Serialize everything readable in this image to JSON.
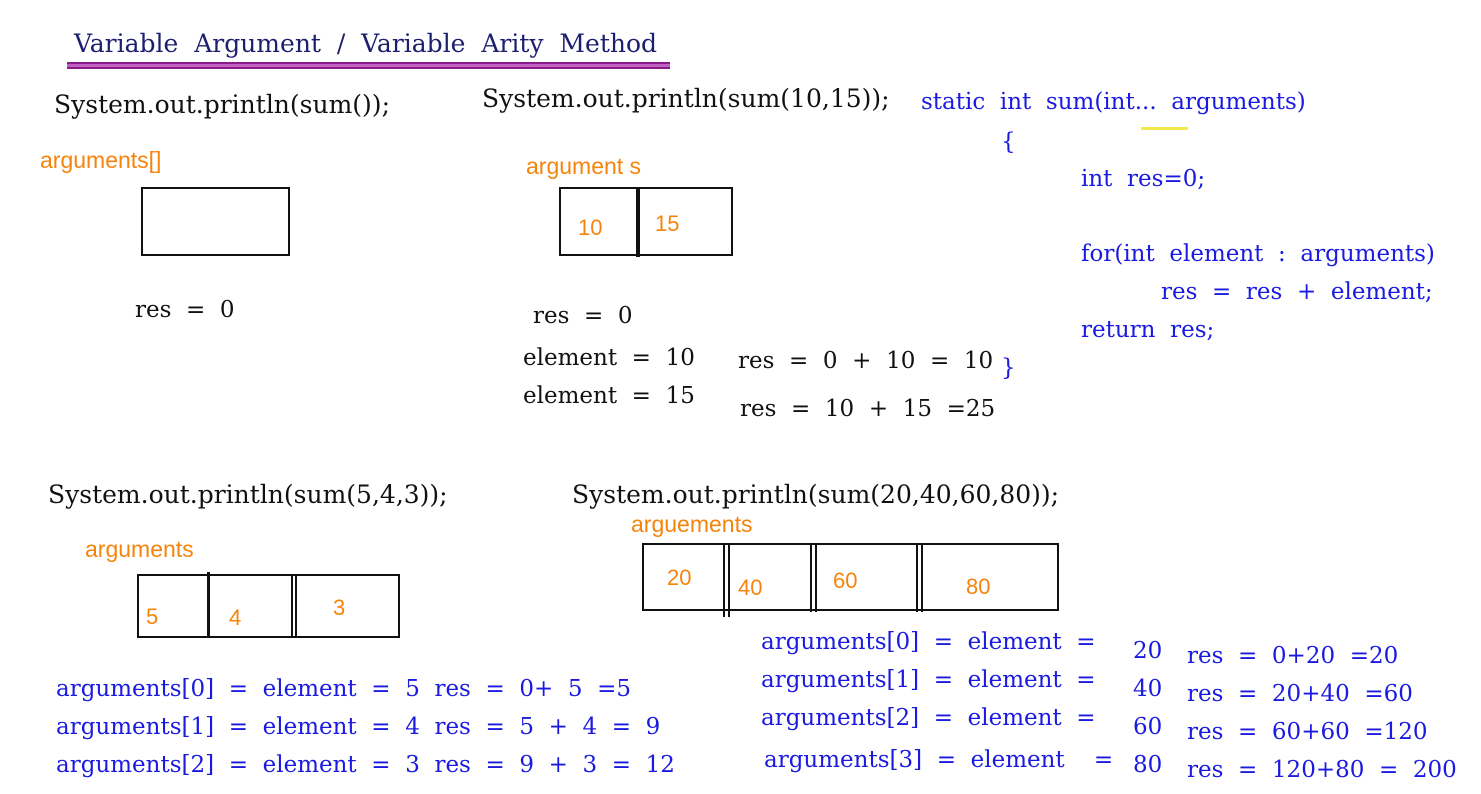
{
  "title": "Variable  Argument  /  Variable  Arity  Method",
  "method": {
    "signature": "static  int  sum(int...  arguments)",
    "open_brace": "{",
    "line1": "int  res=0;",
    "line2": "for(int  element  :  arguments)",
    "line3": "res  =  res  +  element;",
    "line4": "return  res;",
    "close_brace": "}"
  },
  "example1": {
    "call": "System.out.println(sum());",
    "label": "arguments[]",
    "res": "res  =  0"
  },
  "example2": {
    "call": "System.out.println(sum(10,15));",
    "label": "argument s",
    "cells": [
      "10",
      "15"
    ],
    "res": "res  =  0",
    "element_lines": [
      "element  =  10",
      "element  =  15"
    ],
    "res_lines": [
      "res  =  0  +  10  =  10",
      "res  =  10  +  15  =25"
    ]
  },
  "example3": {
    "call": "System.out.println(sum(5,4,3));",
    "label": "arguments",
    "cells": [
      "5",
      "4",
      "3"
    ],
    "lines": [
      "arguments[0]  =  element  =  5  res  =  0+  5  =5",
      "arguments[1]  =  element  =  4  res  =  5  +  4  =  9",
      "arguments[2]  =  element  =  3  res  =  9  +  3  =  12"
    ]
  },
  "example4": {
    "call": "System.out.println(sum(20,40,60,80));",
    "label": "arguements",
    "cells": [
      "20",
      "40",
      "60",
      "80"
    ],
    "lines": [
      "arguments[0]  =  element  =",
      "arguments[1]  =  element  =",
      "arguments[2]  =  element  =",
      "arguments[3]  =  element    ="
    ],
    "values": [
      "20",
      "40",
      "60",
      "80"
    ],
    "res_lines": [
      "res  =  0+20  =20",
      "res  =  20+40  =60",
      "res  =  60+60  =120",
      "res  =  120+80  =  200"
    ]
  },
  "colors": {
    "text": "#111111",
    "code": "#1a1ae0",
    "array": "#f5840c",
    "title_underline": "#8b1a8b",
    "highlight": "#f2ea4a"
  }
}
